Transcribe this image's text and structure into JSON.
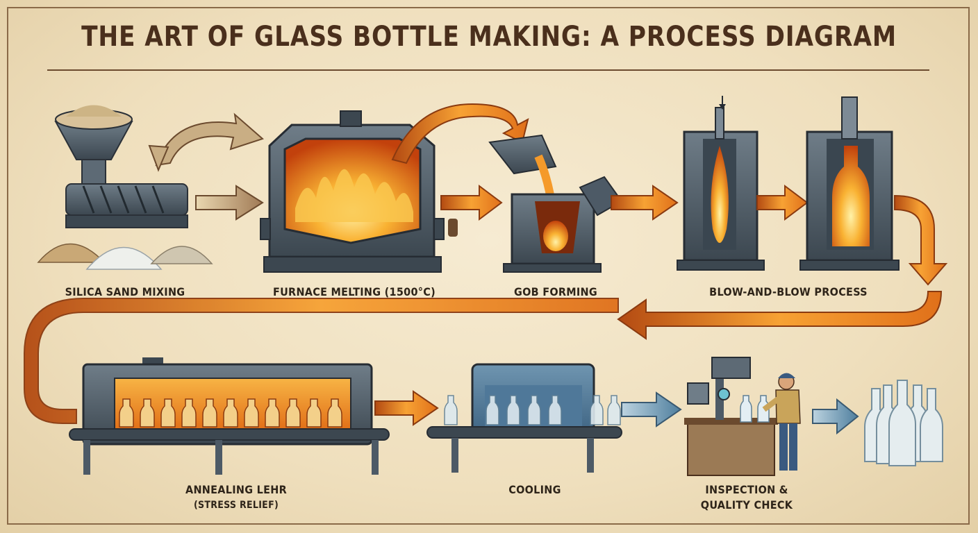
{
  "title": "THE ART OF GLASS BOTTLE MAKING: A PROCESS DIAGRAM",
  "steps": {
    "mixing": "SILICA SAND MIXING",
    "furnace": "FURNACE MELTING (1500°C)",
    "gob": "GOB FORMING",
    "blow": "BLOW-AND-BLOW PROCESS",
    "annealing_1": "ANNEALING LEHR",
    "annealing_2": "(STRESS RELIEF)",
    "cooling": "COOLING",
    "inspection_1": "INSPECTION &",
    "inspection_2": "QUALITY CHECK"
  },
  "colors": {
    "molten": "#f08a1e",
    "molten_dark": "#8a3a10",
    "steel": "#4d5a66",
    "paper": "#efe2c4",
    "ink": "#2e2419",
    "cool_blue": "#5a8fb0"
  }
}
